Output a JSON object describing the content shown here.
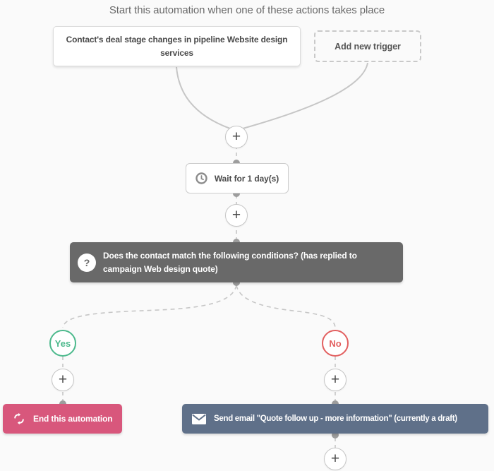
{
  "header": {
    "title": "Start this automation when one of these actions takes place"
  },
  "triggers": {
    "main": {
      "label": "Contact's deal stage changes in pipeline Website design services"
    },
    "add_new": {
      "label": "Add new trigger"
    }
  },
  "symbols": {
    "plus": "+",
    "question": "?"
  },
  "nodes": {
    "wait": {
      "label": "Wait for 1 day(s)",
      "icon": "clock-icon"
    },
    "condition": {
      "label": "Does the contact match the following conditions? (has replied to campaign Web design quote)",
      "icon": "question-mark-icon"
    },
    "branch_yes": {
      "label": "Yes",
      "color": "#4cb98c"
    },
    "branch_no": {
      "label": "No",
      "color": "#e25f5f"
    },
    "end": {
      "label": "End this automation",
      "icon": "end-automation-icon",
      "color": "#d8577c"
    },
    "send_email": {
      "label": "Send email \"Quote follow up - more information\" (currently a draft)",
      "icon": "envelope-icon",
      "color": "#5f7089"
    }
  },
  "colors": {
    "background": "#fafafa",
    "connector": "#c6c6c6",
    "node_dot": "#9d9d9d",
    "condition_bg": "#696969",
    "label_text": "#4a4a4a"
  }
}
